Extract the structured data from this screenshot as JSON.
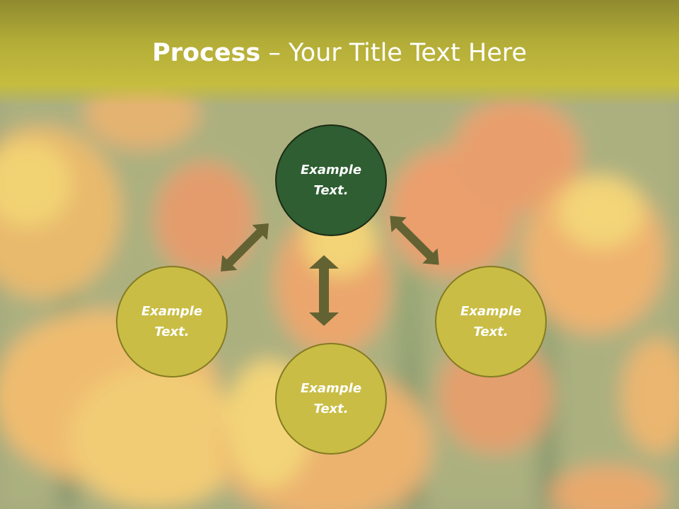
{
  "title": {
    "bold": "Process",
    "separator": " – ",
    "rest": "Your Title Text Here"
  },
  "nodes": {
    "top": "Example\nText.",
    "left": "Example\nText.",
    "right": "Example\nText.",
    "bottom": "Example\nText."
  },
  "colors": {
    "header": "#b3ad38",
    "node_primary": "#2e5e31",
    "node_secondary": "#c9bd45",
    "node_border": "#847b22",
    "arrow": "#636232"
  },
  "icons": [
    "double-arrow-icon",
    "double-arrow-icon",
    "double-arrow-icon"
  ]
}
